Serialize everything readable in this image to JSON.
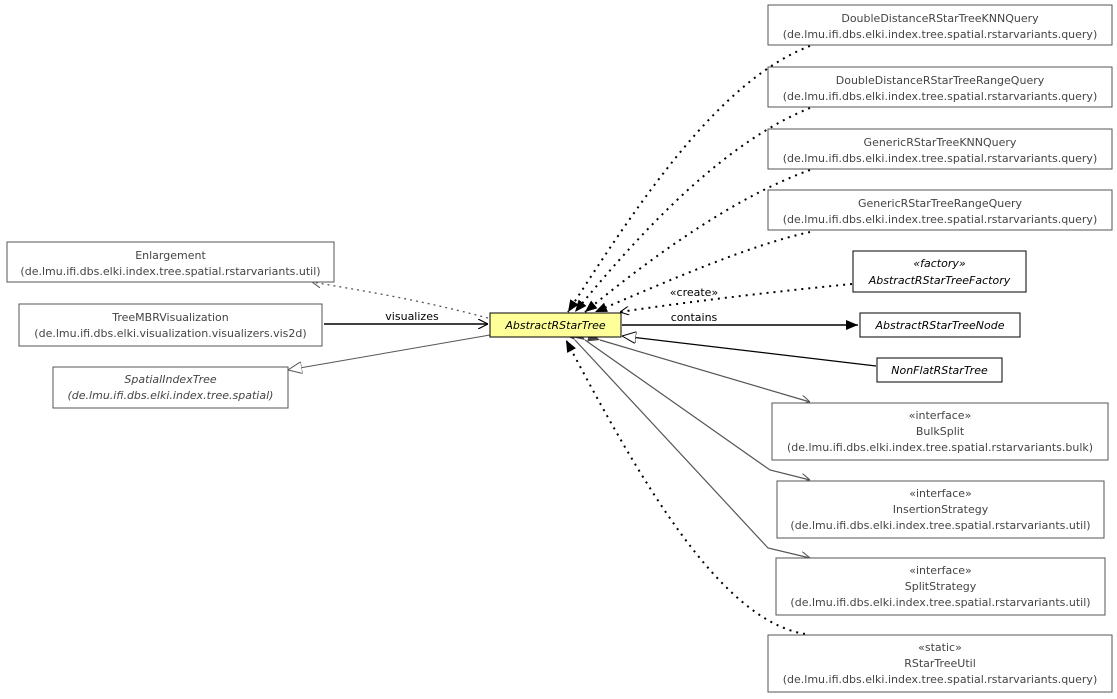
{
  "diagram": {
    "center": {
      "name": "AbstractRStarTree",
      "fill": "#ffff99",
      "italic": true
    },
    "classes": [
      {
        "id": "ddknn",
        "stereotype": "",
        "name": "DoubleDistanceRStarTreeKNNQuery",
        "pkg": "(de.lmu.ifi.dbs.elki.index.tree.spatial.rstarvariants.query)"
      },
      {
        "id": "ddrange",
        "stereotype": "",
        "name": "DoubleDistanceRStarTreeRangeQuery",
        "pkg": "(de.lmu.ifi.dbs.elki.index.tree.spatial.rstarvariants.query)"
      },
      {
        "id": "gknn",
        "stereotype": "",
        "name": "GenericRStarTreeKNNQuery",
        "pkg": "(de.lmu.ifi.dbs.elki.index.tree.spatial.rstarvariants.query)"
      },
      {
        "id": "grange",
        "stereotype": "",
        "name": "GenericRStarTreeRangeQuery",
        "pkg": "(de.lmu.ifi.dbs.elki.index.tree.spatial.rstarvariants.query)"
      },
      {
        "id": "factory",
        "stereotype": "«factory»",
        "name": "AbstractRStarTreeFactory",
        "pkg": ""
      },
      {
        "id": "node",
        "stereotype": "",
        "name": "AbstractRStarTreeNode",
        "pkg": ""
      },
      {
        "id": "nonflat",
        "stereotype": "",
        "name": "NonFlatRStarTree",
        "pkg": ""
      },
      {
        "id": "bulk",
        "stereotype": "«interface»",
        "name": "BulkSplit",
        "pkg": "(de.lmu.ifi.dbs.elki.index.tree.spatial.rstarvariants.bulk)"
      },
      {
        "id": "insertion",
        "stereotype": "«interface»",
        "name": "InsertionStrategy",
        "pkg": "(de.lmu.ifi.dbs.elki.index.tree.spatial.rstarvariants.util)"
      },
      {
        "id": "split",
        "stereotype": "«interface»",
        "name": "SplitStrategy",
        "pkg": "(de.lmu.ifi.dbs.elki.index.tree.spatial.rstarvariants.util)"
      },
      {
        "id": "util",
        "stereotype": "«static»",
        "name": "RStarTreeUtil",
        "pkg": "(de.lmu.ifi.dbs.elki.index.tree.spatial.rstarvariants.query)"
      },
      {
        "id": "enlarge",
        "stereotype": "",
        "name": "Enlargement",
        "pkg": "(de.lmu.ifi.dbs.elki.index.tree.spatial.rstarvariants.util)"
      },
      {
        "id": "vis",
        "stereotype": "",
        "name": "TreeMBRVisualization",
        "pkg": "(de.lmu.ifi.dbs.elki.visualization.visualizers.vis2d)"
      },
      {
        "id": "spatial",
        "stereotype": "",
        "name": "SpatialIndexTree",
        "pkg": "(de.lmu.ifi.dbs.elki.index.tree.spatial)"
      }
    ],
    "edge_labels": {
      "visualizes": "visualizes",
      "create": "«create»",
      "contains": "contains"
    }
  }
}
